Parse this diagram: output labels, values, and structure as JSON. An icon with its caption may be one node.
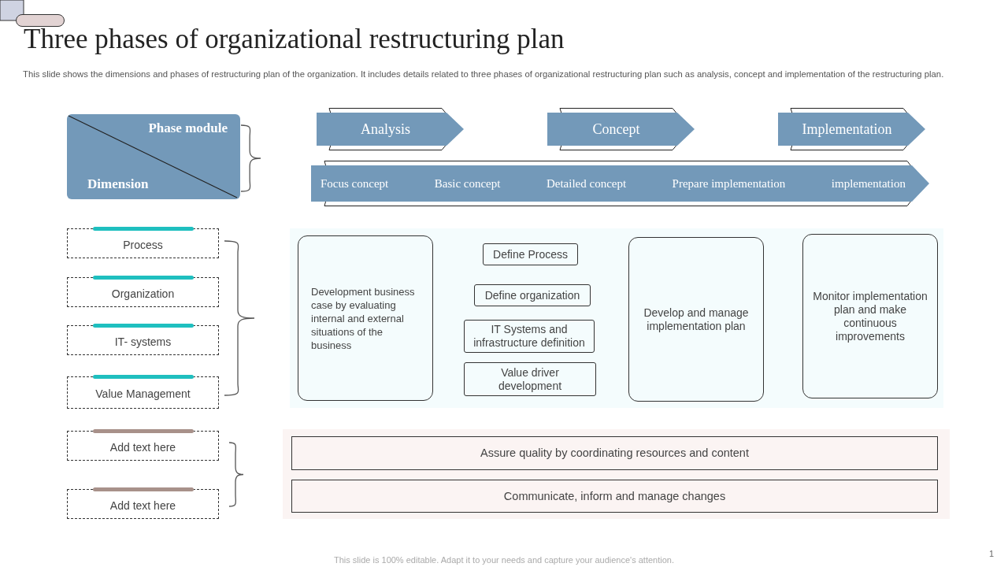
{
  "diagram": {
    "title": "Three phases of organizational restructuring plan",
    "nodes": [
      {
        "text": [
          "Phase module",
          "Dimension"
        ]
      },
      {
        "text": [
          "Analysis"
        ]
      },
      {
        "text": [
          "Concept"
        ]
      },
      {
        "text": [
          "Implementation"
        ]
      },
      {
        "text": [
          "Focus concept",
          "Basic concept",
          "Detailed concept",
          "Prepare implementation",
          "implementation"
        ]
      },
      {
        "text": [
          "Process"
        ]
      },
      {
        "text": [
          "Organization"
        ]
      },
      {
        "text": [
          "IT- systems"
        ]
      },
      {
        "text": [
          "Value Management"
        ]
      },
      {
        "text": [
          "Development business case by evaluating internal and external situations of the business"
        ]
      },
      {
        "text": [
          "Define Process"
        ]
      },
      {
        "text": [
          "Define organization"
        ]
      },
      {
        "text": [
          "IT Systems and infrastructure definition"
        ]
      },
      {
        "text": [
          "Value driver development"
        ]
      },
      {
        "text": [
          "Develop and manage implementation plan"
        ]
      },
      {
        "text": [
          "Monitor implementation plan and make continuous improvements"
        ]
      },
      {
        "text": [
          "Add text here"
        ]
      },
      {
        "text": [
          "Add text here"
        ]
      },
      {
        "text": [
          "Assure quality by coordinating resources and content"
        ]
      },
      {
        "text": [
          "Communicate, inform and manage changes"
        ]
      }
    ],
    "labels": [
      "This slide shows the dimensions and phases of restructuring plan of the organization. It includes details related to three phases of organizational restructuring plan such as analysis, concept and implementation of the restructuring plan.",
      "This slide is 100% editable. Adapt it to your needs and capture your audience's attention.",
      "1"
    ]
  }
}
